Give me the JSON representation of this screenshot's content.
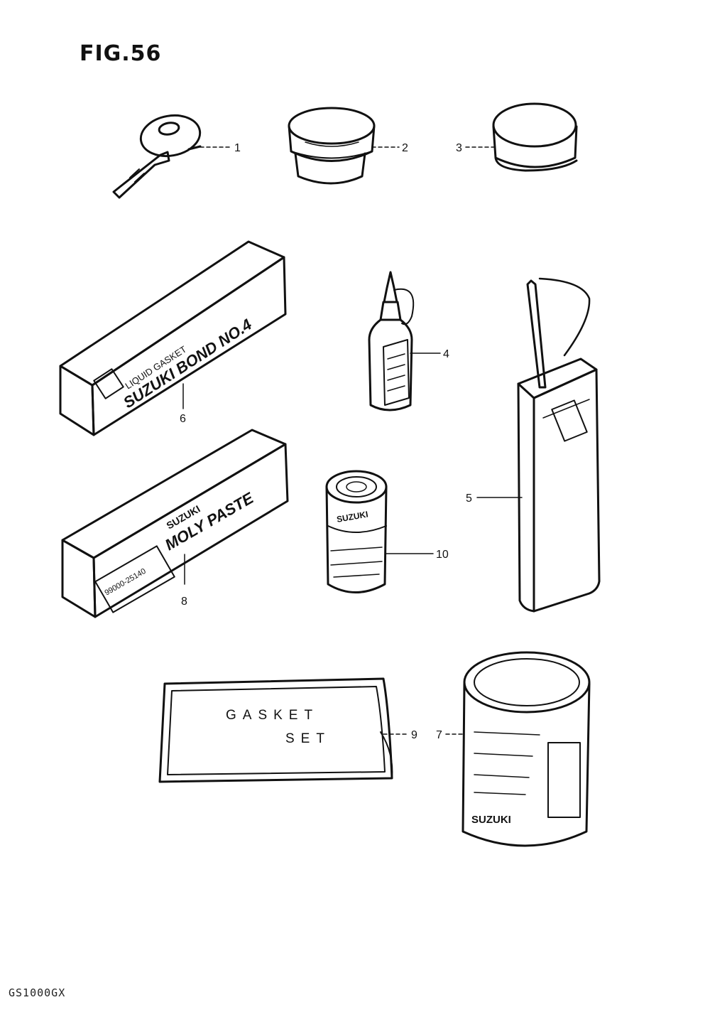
{
  "figure": {
    "title": "FIG.56",
    "model_code": "GS1000GX"
  },
  "callouts": {
    "c1": "1",
    "c2": "2",
    "c3": "3",
    "c4": "4",
    "c5": "5",
    "c6": "6",
    "c7": "7",
    "c8": "8",
    "c9": "9",
    "c10": "10"
  },
  "labels": {
    "bond_line1": "LIQUID GASKET",
    "bond_line2": "SUZUKI BOND NO.4",
    "paste_line1": "SUZUKI",
    "paste_line2": "MOLY PASTE",
    "paste_code": "99000-25140",
    "can10_brand": "SUZUKI",
    "gasket_line1": "GASKET",
    "gasket_line2": "SET",
    "can7_brand": "SUZUKI"
  },
  "colors": {
    "ink": "#111111",
    "paper": "#ffffff"
  }
}
